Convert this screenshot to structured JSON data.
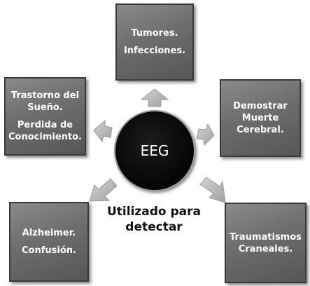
{
  "center": {
    "label": "EEG"
  },
  "caption": {
    "line1": "Utilizado para",
    "line2": "detectar"
  },
  "boxes": {
    "top": {
      "lines": [
        "Tumores.",
        "Infecciones."
      ]
    },
    "left": {
      "lines": [
        "Trastorno del Sueño.",
        "Perdida de Conocimiento."
      ]
    },
    "right": {
      "lines": [
        "Demostrar Muerte Cerebral."
      ]
    },
    "bottom_left": {
      "lines": [
        "Alzheimer.",
        "Confusión."
      ]
    },
    "bottom_right": {
      "lines": [
        "Traumatismos Craneales."
      ]
    }
  },
  "colors": {
    "box_fill": "#6d6d6d",
    "box_border": "#3a3a3a",
    "arrow_fill": "#b5b5b5",
    "center_fill": "#050505"
  },
  "icons": [
    "up-arrow-icon",
    "left-arrow-icon",
    "right-arrow-icon",
    "down-left-arrow-icon",
    "down-right-arrow-icon"
  ]
}
